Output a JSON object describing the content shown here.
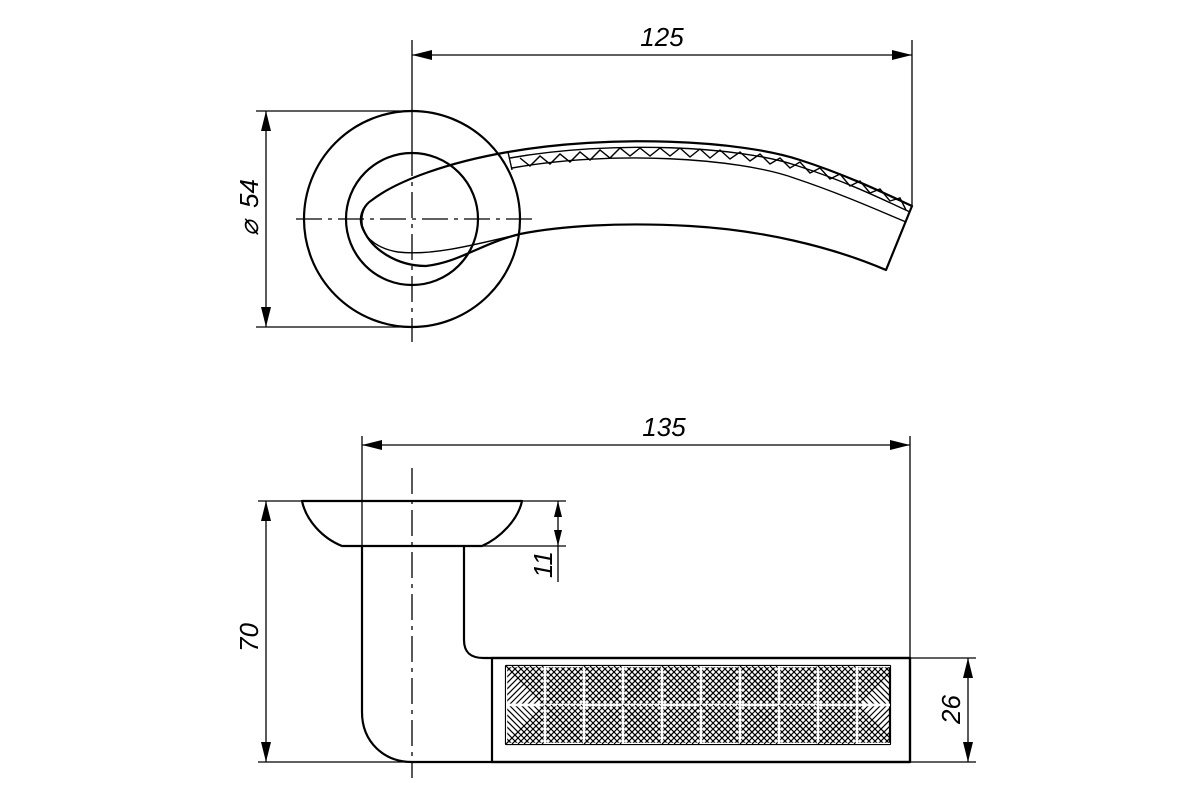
{
  "top_view": {
    "width_dim": "125",
    "diameter_symbol": "⌀",
    "diameter_dim": "54"
  },
  "side_view": {
    "width_dim": "135",
    "height_dim": "70",
    "rosette_dim": "11",
    "grip_dim": "26"
  }
}
